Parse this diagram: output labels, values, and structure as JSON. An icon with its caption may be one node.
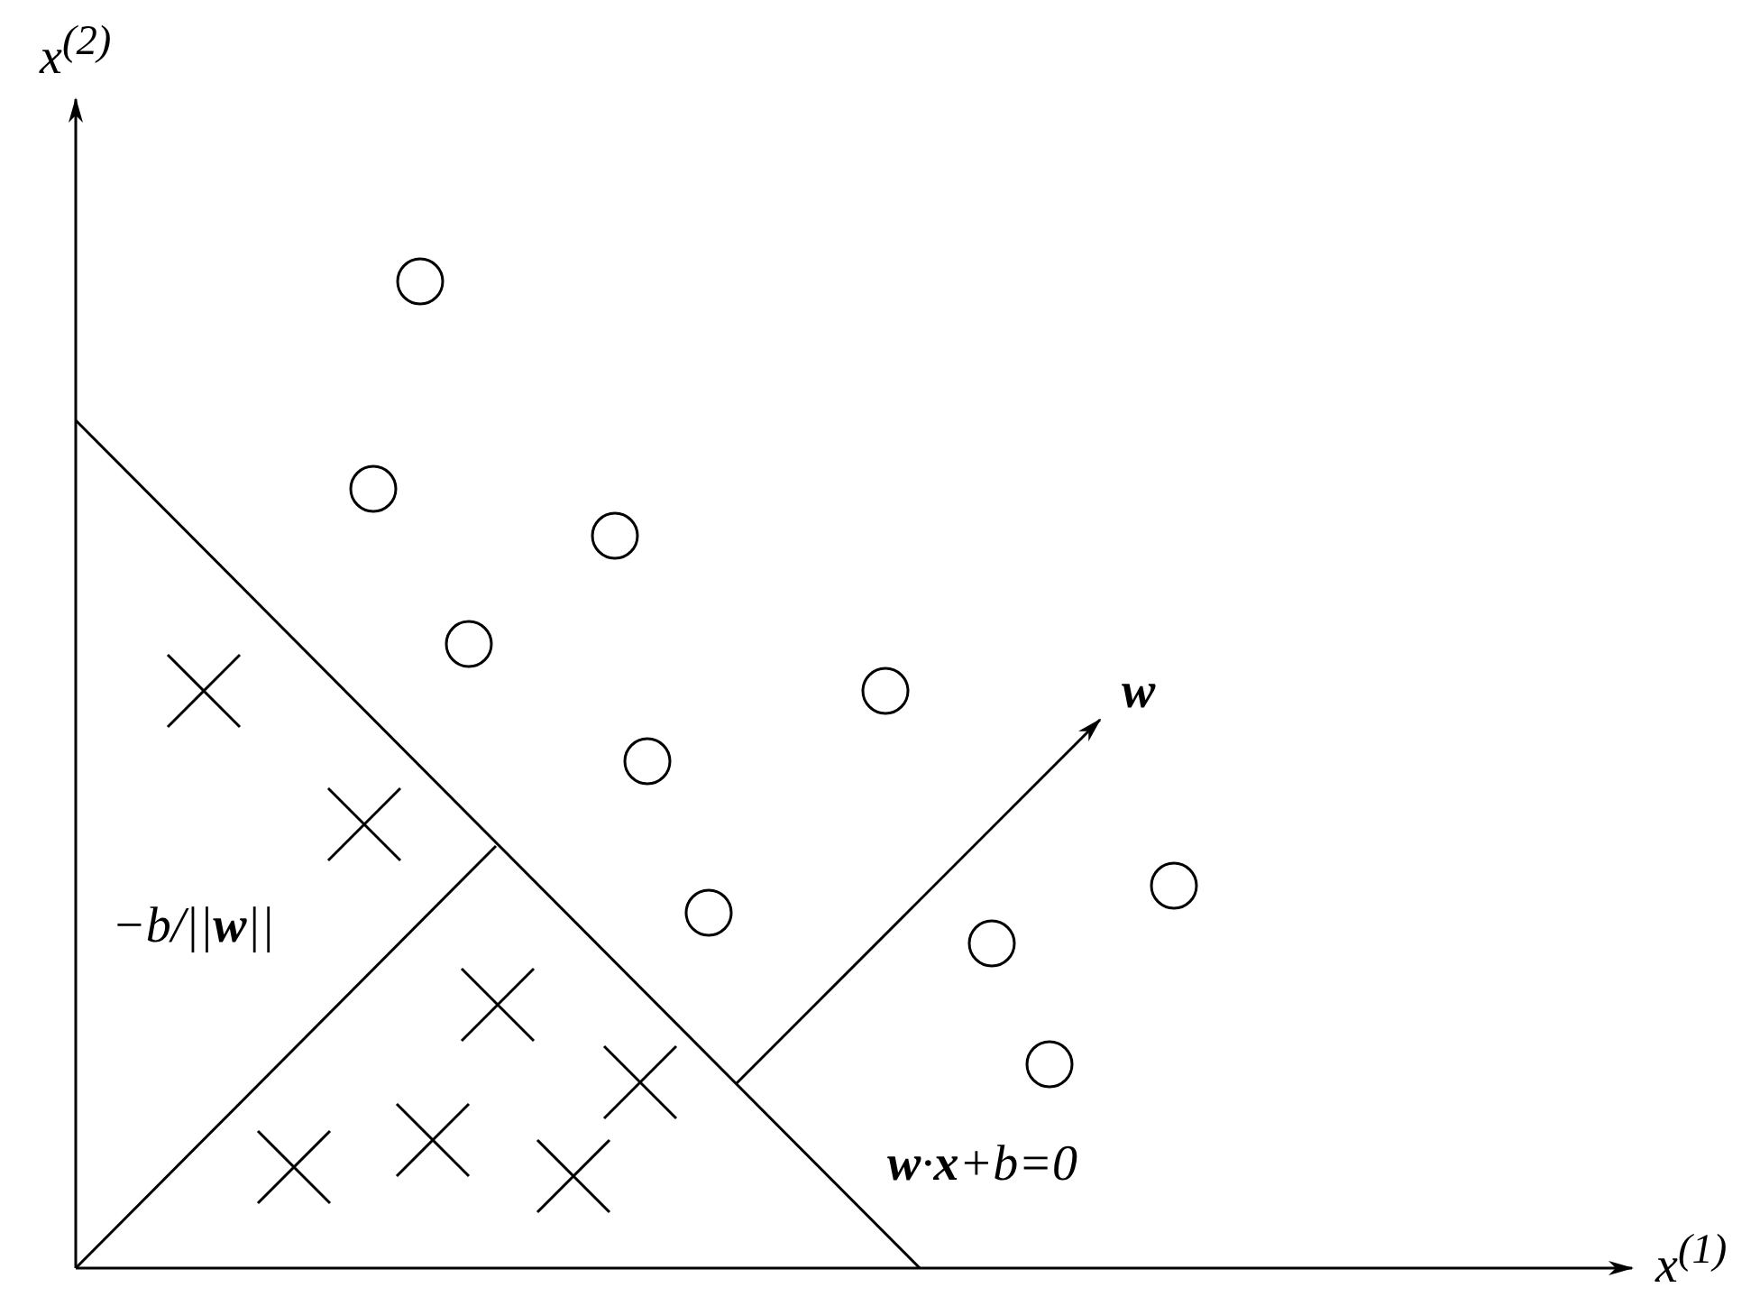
{
  "diagram": {
    "labels": [
      "x$^{(2)}$",
      "w",
      "−*b*/||**w**||",
      "**w**·**x**+*b*=0",
      "x$^{(1)}$"
    ]
  }
}
